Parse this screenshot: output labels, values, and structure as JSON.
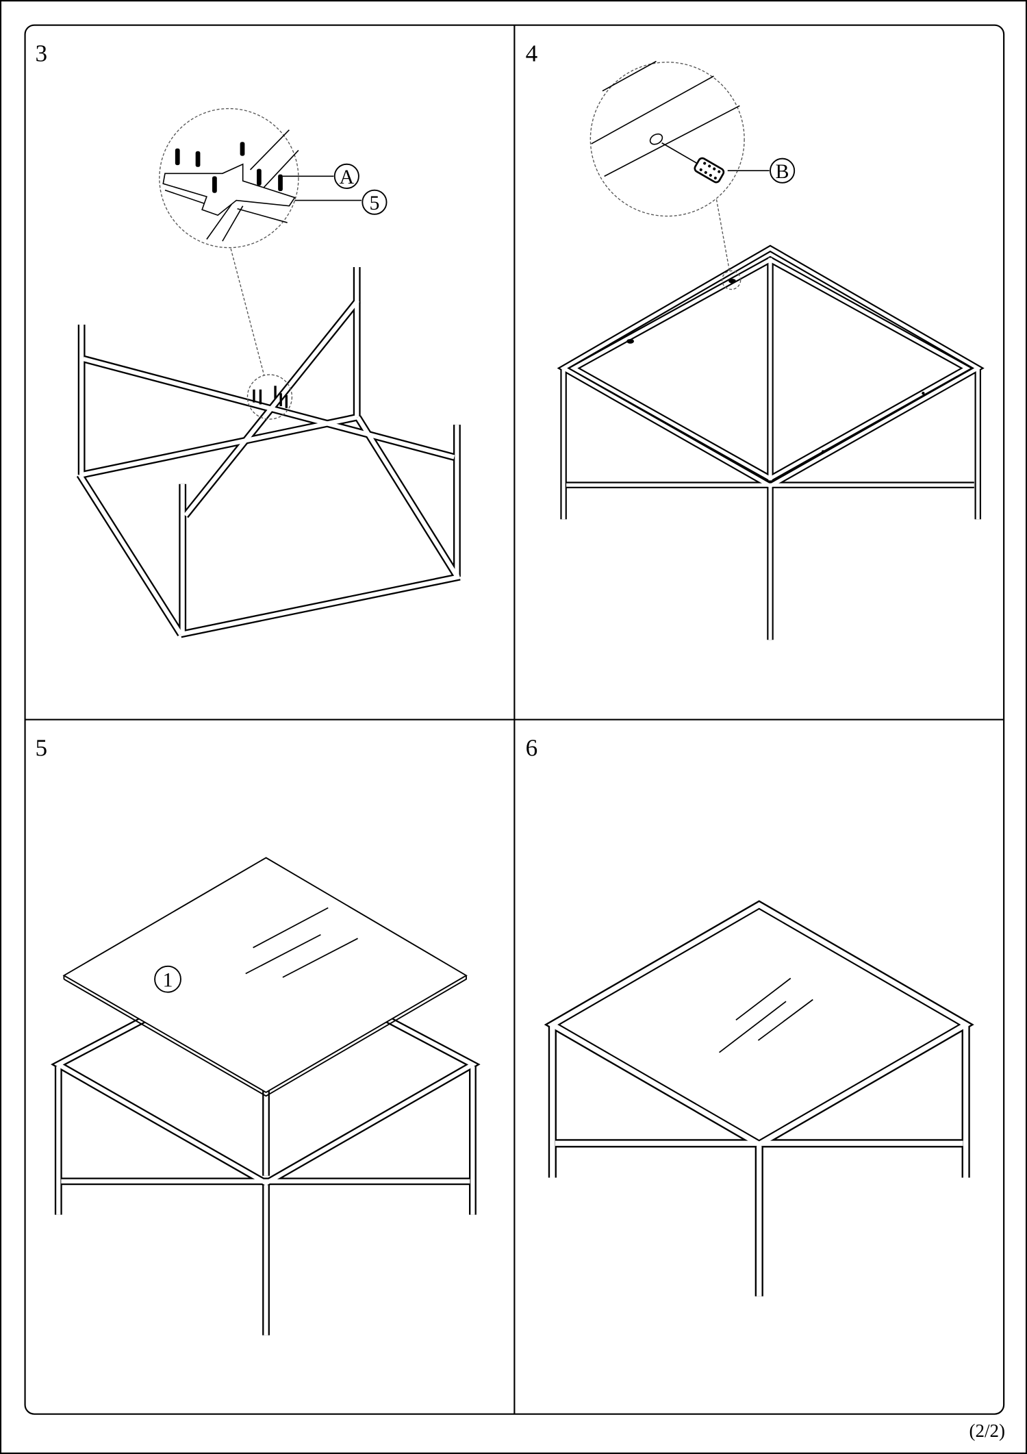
{
  "steps": [
    {
      "number": "3",
      "callouts": [
        "A",
        "5"
      ]
    },
    {
      "number": "4",
      "callouts": [
        "B"
      ]
    },
    {
      "number": "5",
      "callouts": [
        "1"
      ]
    },
    {
      "number": "6",
      "callouts": []
    }
  ],
  "page_indicator": "(2/2)",
  "colors": {
    "line": "#000000",
    "background": "#ffffff"
  }
}
